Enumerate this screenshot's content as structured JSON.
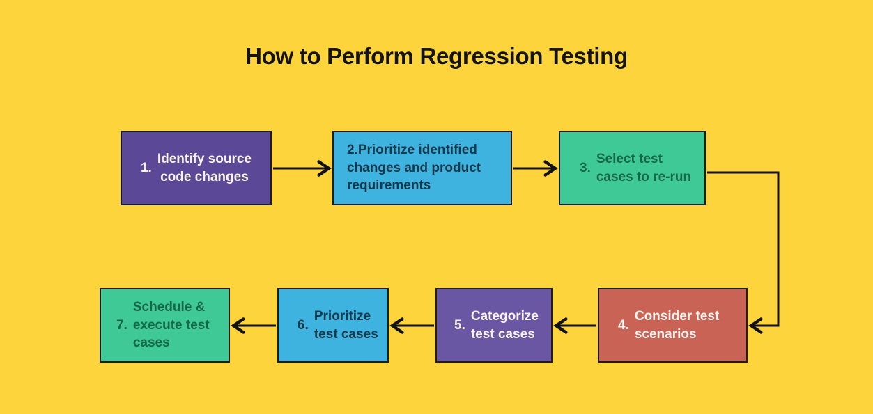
{
  "title": "How to Perform Regression Testing",
  "steps": [
    {
      "id": 1,
      "num": "1.",
      "text": "Identify source\ncode changes",
      "fill": "#5b4997",
      "text_color": "#f7f3ee"
    },
    {
      "id": 2,
      "num": "",
      "text": "2.Prioritize identified\nchanges and product\nrequirements",
      "fill": "#3fb3e0",
      "text_color": "#14384a"
    },
    {
      "id": 3,
      "num": "3.",
      "text": "Select test\ncases to re-run",
      "fill": "#3fc997",
      "text_color": "#156747"
    },
    {
      "id": 4,
      "num": "4.",
      "text": "Consider test\nscenarios",
      "fill": "#c96355",
      "text_color": "#f7f3ee"
    },
    {
      "id": 5,
      "num": "5.",
      "text": "Categorize\ntest cases",
      "fill": "#6957a4",
      "text_color": "#f7f3ee"
    },
    {
      "id": 6,
      "num": "6.",
      "text": "Prioritize\ntest cases",
      "fill": "#3fb3e0",
      "text_color": "#14384a"
    },
    {
      "id": 7,
      "num": "7.",
      "text": "Schedule &\nexecute test\ncases",
      "fill": "#3fc997",
      "text_color": "#156747"
    }
  ],
  "connections": [
    {
      "from": 1,
      "to": 2
    },
    {
      "from": 2,
      "to": 3
    },
    {
      "from": 3,
      "to": 4
    },
    {
      "from": 4,
      "to": 5
    },
    {
      "from": 5,
      "to": 6
    },
    {
      "from": 6,
      "to": 7
    }
  ],
  "colors": {
    "background": "#fdd43c",
    "border": "#1c1c1c",
    "arrow": "#111111"
  }
}
